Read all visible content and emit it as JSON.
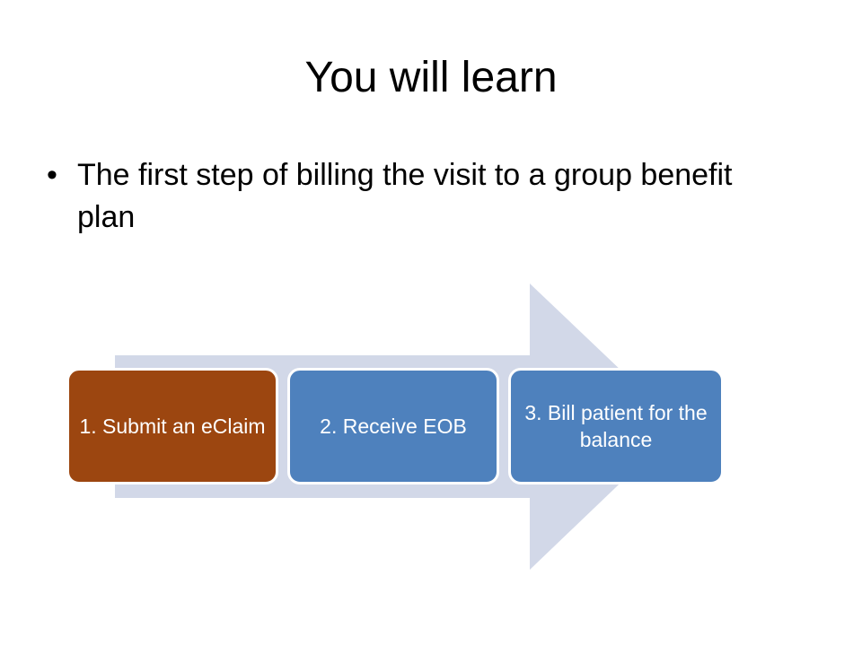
{
  "slide": {
    "title": "You will learn",
    "bullets": [
      {
        "marker": "•",
        "text": "The first step of billing the visit to a group benefit plan"
      }
    ]
  },
  "process_diagram": {
    "arrow_name": "right-arrow-shape",
    "arrow_color": "#D2D8E8",
    "steps": [
      {
        "label": "1. Submit an eClaim",
        "color": "#9C4610",
        "text_color": "#FFFFFF",
        "border_color": "#FFFFFF"
      },
      {
        "label": "2. Receive EOB",
        "color": "#4E81BD",
        "text_color": "#FFFFFF",
        "border_color": "#FFFFFF"
      },
      {
        "label": "3. Bill patient for the balance",
        "color": "#4E81BD",
        "text_color": "#FFFFFF",
        "border_color": "#FFFFFF"
      }
    ]
  },
  "colors": {
    "background": "#FFFFFF",
    "text": "#000000",
    "accent_orange": "#9C4610",
    "accent_blue": "#4E81BD",
    "arrow_fill": "#D2D8E8"
  }
}
